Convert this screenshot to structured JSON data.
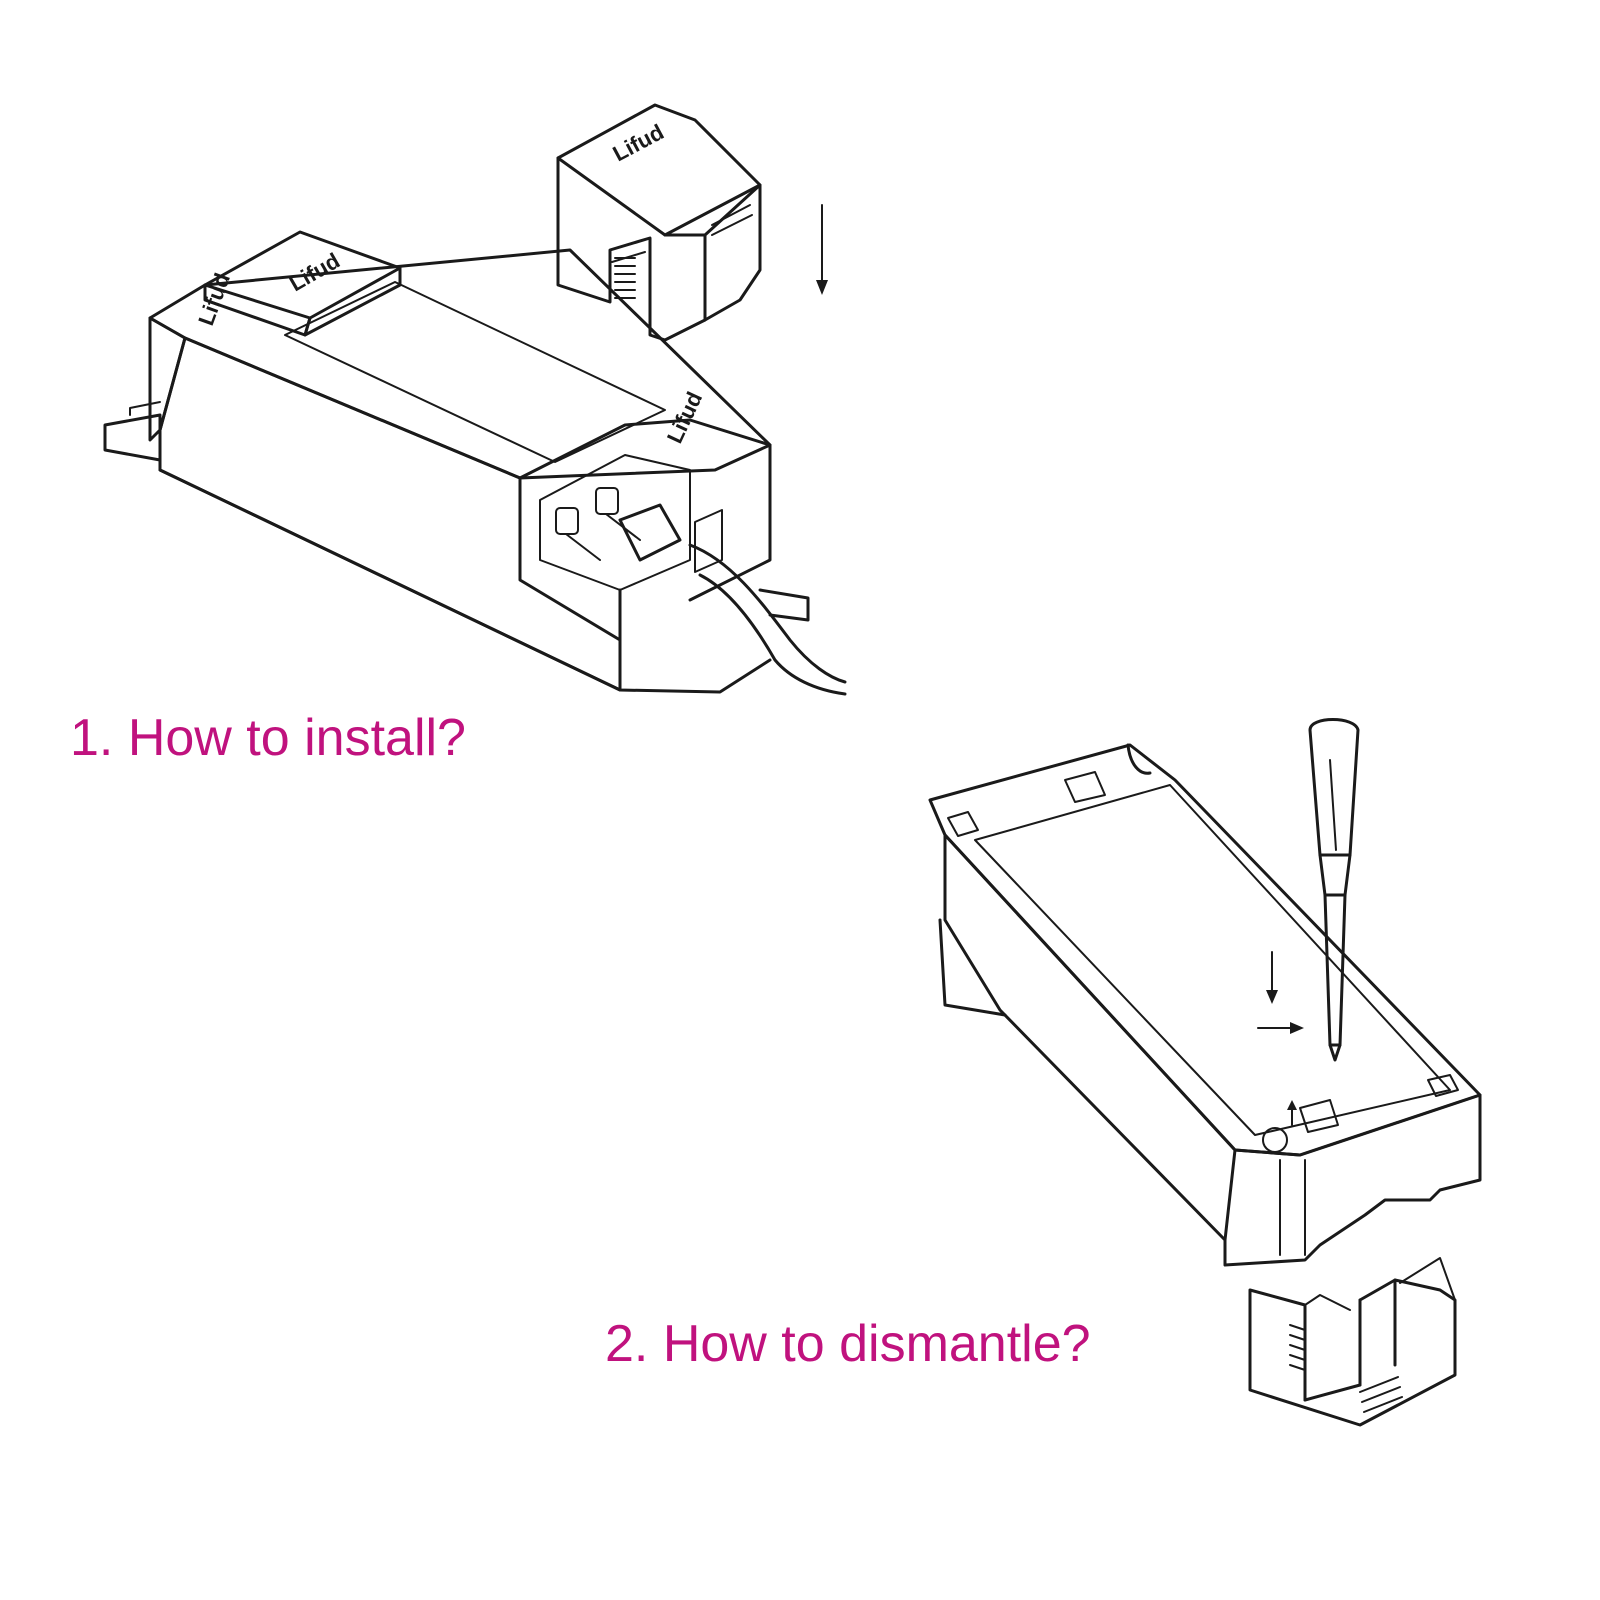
{
  "steps": [
    {
      "label": "1. How to install?"
    },
    {
      "label": "2. How to dismantle?"
    }
  ],
  "brand_mark": "Lifud",
  "colors": {
    "caption": "#c0127e",
    "line": "#1a1a1a",
    "background": "#ffffff"
  },
  "icons": {
    "install_arrow": "arrow-down-icon",
    "press_arrow": "arrow-down-icon",
    "push_arrow": "arrow-right-icon",
    "tool": "screwdriver-icon"
  }
}
